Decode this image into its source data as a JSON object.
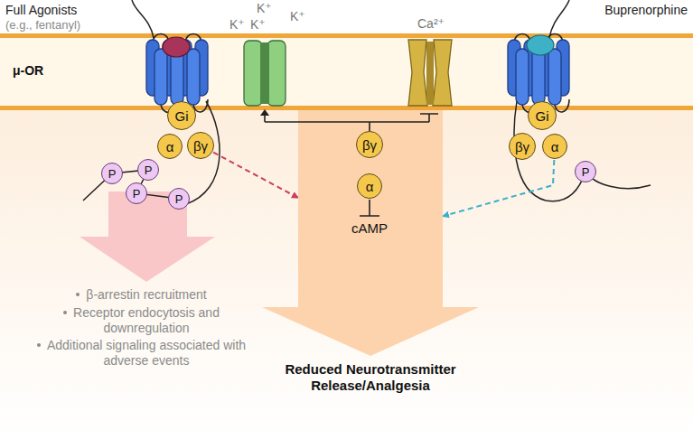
{
  "diagram": {
    "nodes": [
      {
        "text": [
          "Gi"
        ]
      },
      {
        "text": [
          "α"
        ]
      },
      {
        "text": [
          "βγ"
        ]
      },
      {
        "text": [
          "P"
        ]
      },
      {
        "text": [
          "P"
        ]
      },
      {
        "text": [
          "P"
        ]
      },
      {
        "text": [
          "P"
        ]
      },
      {
        "text": [
          "cAMP",
          "Reduced Neurotransmitter Release/Analgesia"
        ]
      },
      {
        "text": [
          "βγ"
        ],
        "in": 7
      },
      {
        "text": [
          "α"
        ],
        "in": 7
      },
      {
        "text": [
          "Gi"
        ]
      },
      {
        "text": [
          "βγ"
        ]
      },
      {
        "text": [
          "α"
        ]
      },
      {
        "text": [
          "P"
        ]
      }
    ],
    "edges": [
      {
        "from": 2,
        "to": 7,
        "arrow": "to"
      },
      {
        "from": 12,
        "to": 7,
        "arrow": "to"
      }
    ],
    "labels": [
      "Full Agonists",
      "(e.g., fentanyl)",
      "Buprenorphine",
      "μ-OR",
      "K⁺",
      "K⁺",
      "K⁺",
      "K⁺",
      "Ca²⁺",
      "β-arrestin recruitment",
      "Receptor endocytosis and downregulation",
      "Additional signaling associated with adverse events"
    ]
  }
}
